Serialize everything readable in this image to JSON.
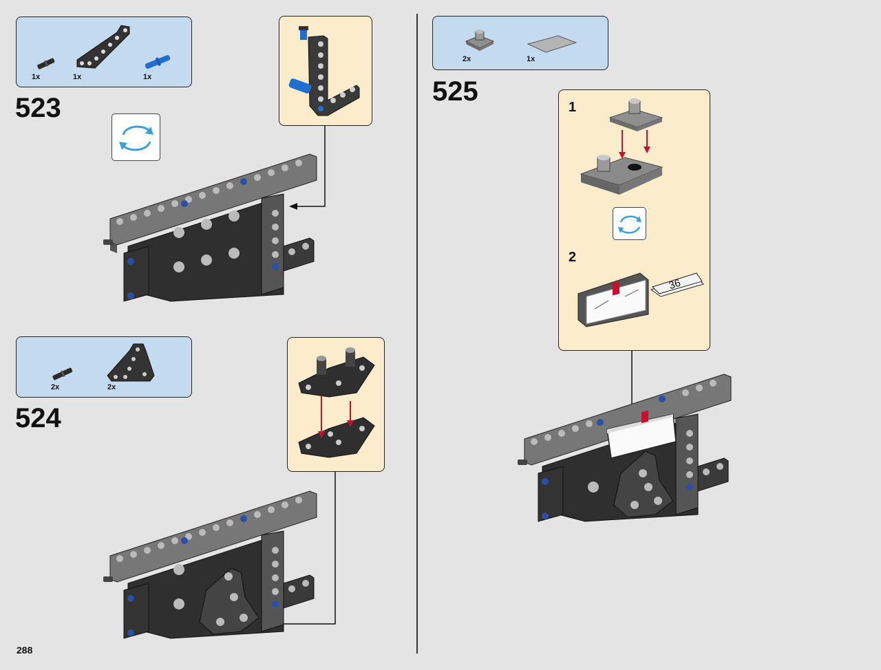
{
  "page": {
    "number": "288"
  },
  "steps": [
    {
      "number": "523",
      "parts": [
        {
          "qty": "1x",
          "icon": "axle-pin-icon"
        },
        {
          "qty": "1x",
          "icon": "l-beam-icon"
        },
        {
          "qty": "1x",
          "icon": "blue-axle-pin-icon"
        }
      ]
    },
    {
      "number": "524",
      "parts": [
        {
          "qty": "2x",
          "icon": "axle-pin-icon"
        },
        {
          "qty": "2x",
          "icon": "triangle-beam-icon"
        }
      ]
    },
    {
      "number": "525",
      "parts": [
        {
          "qty": "2x",
          "icon": "turntable-plate-icon"
        },
        {
          "qty": "1x",
          "icon": "tile-icon"
        }
      ],
      "substeps": [
        "1",
        "2"
      ],
      "sticker_ref": "36"
    }
  ],
  "colors": {
    "parts_box": "#c4dbef",
    "callout": "#fbedcb",
    "background": "#e4e4e4",
    "arrow_red": "#c8102e",
    "rotate_blue": "#3aa0d8",
    "beam_dark": "#3a3a3a"
  }
}
